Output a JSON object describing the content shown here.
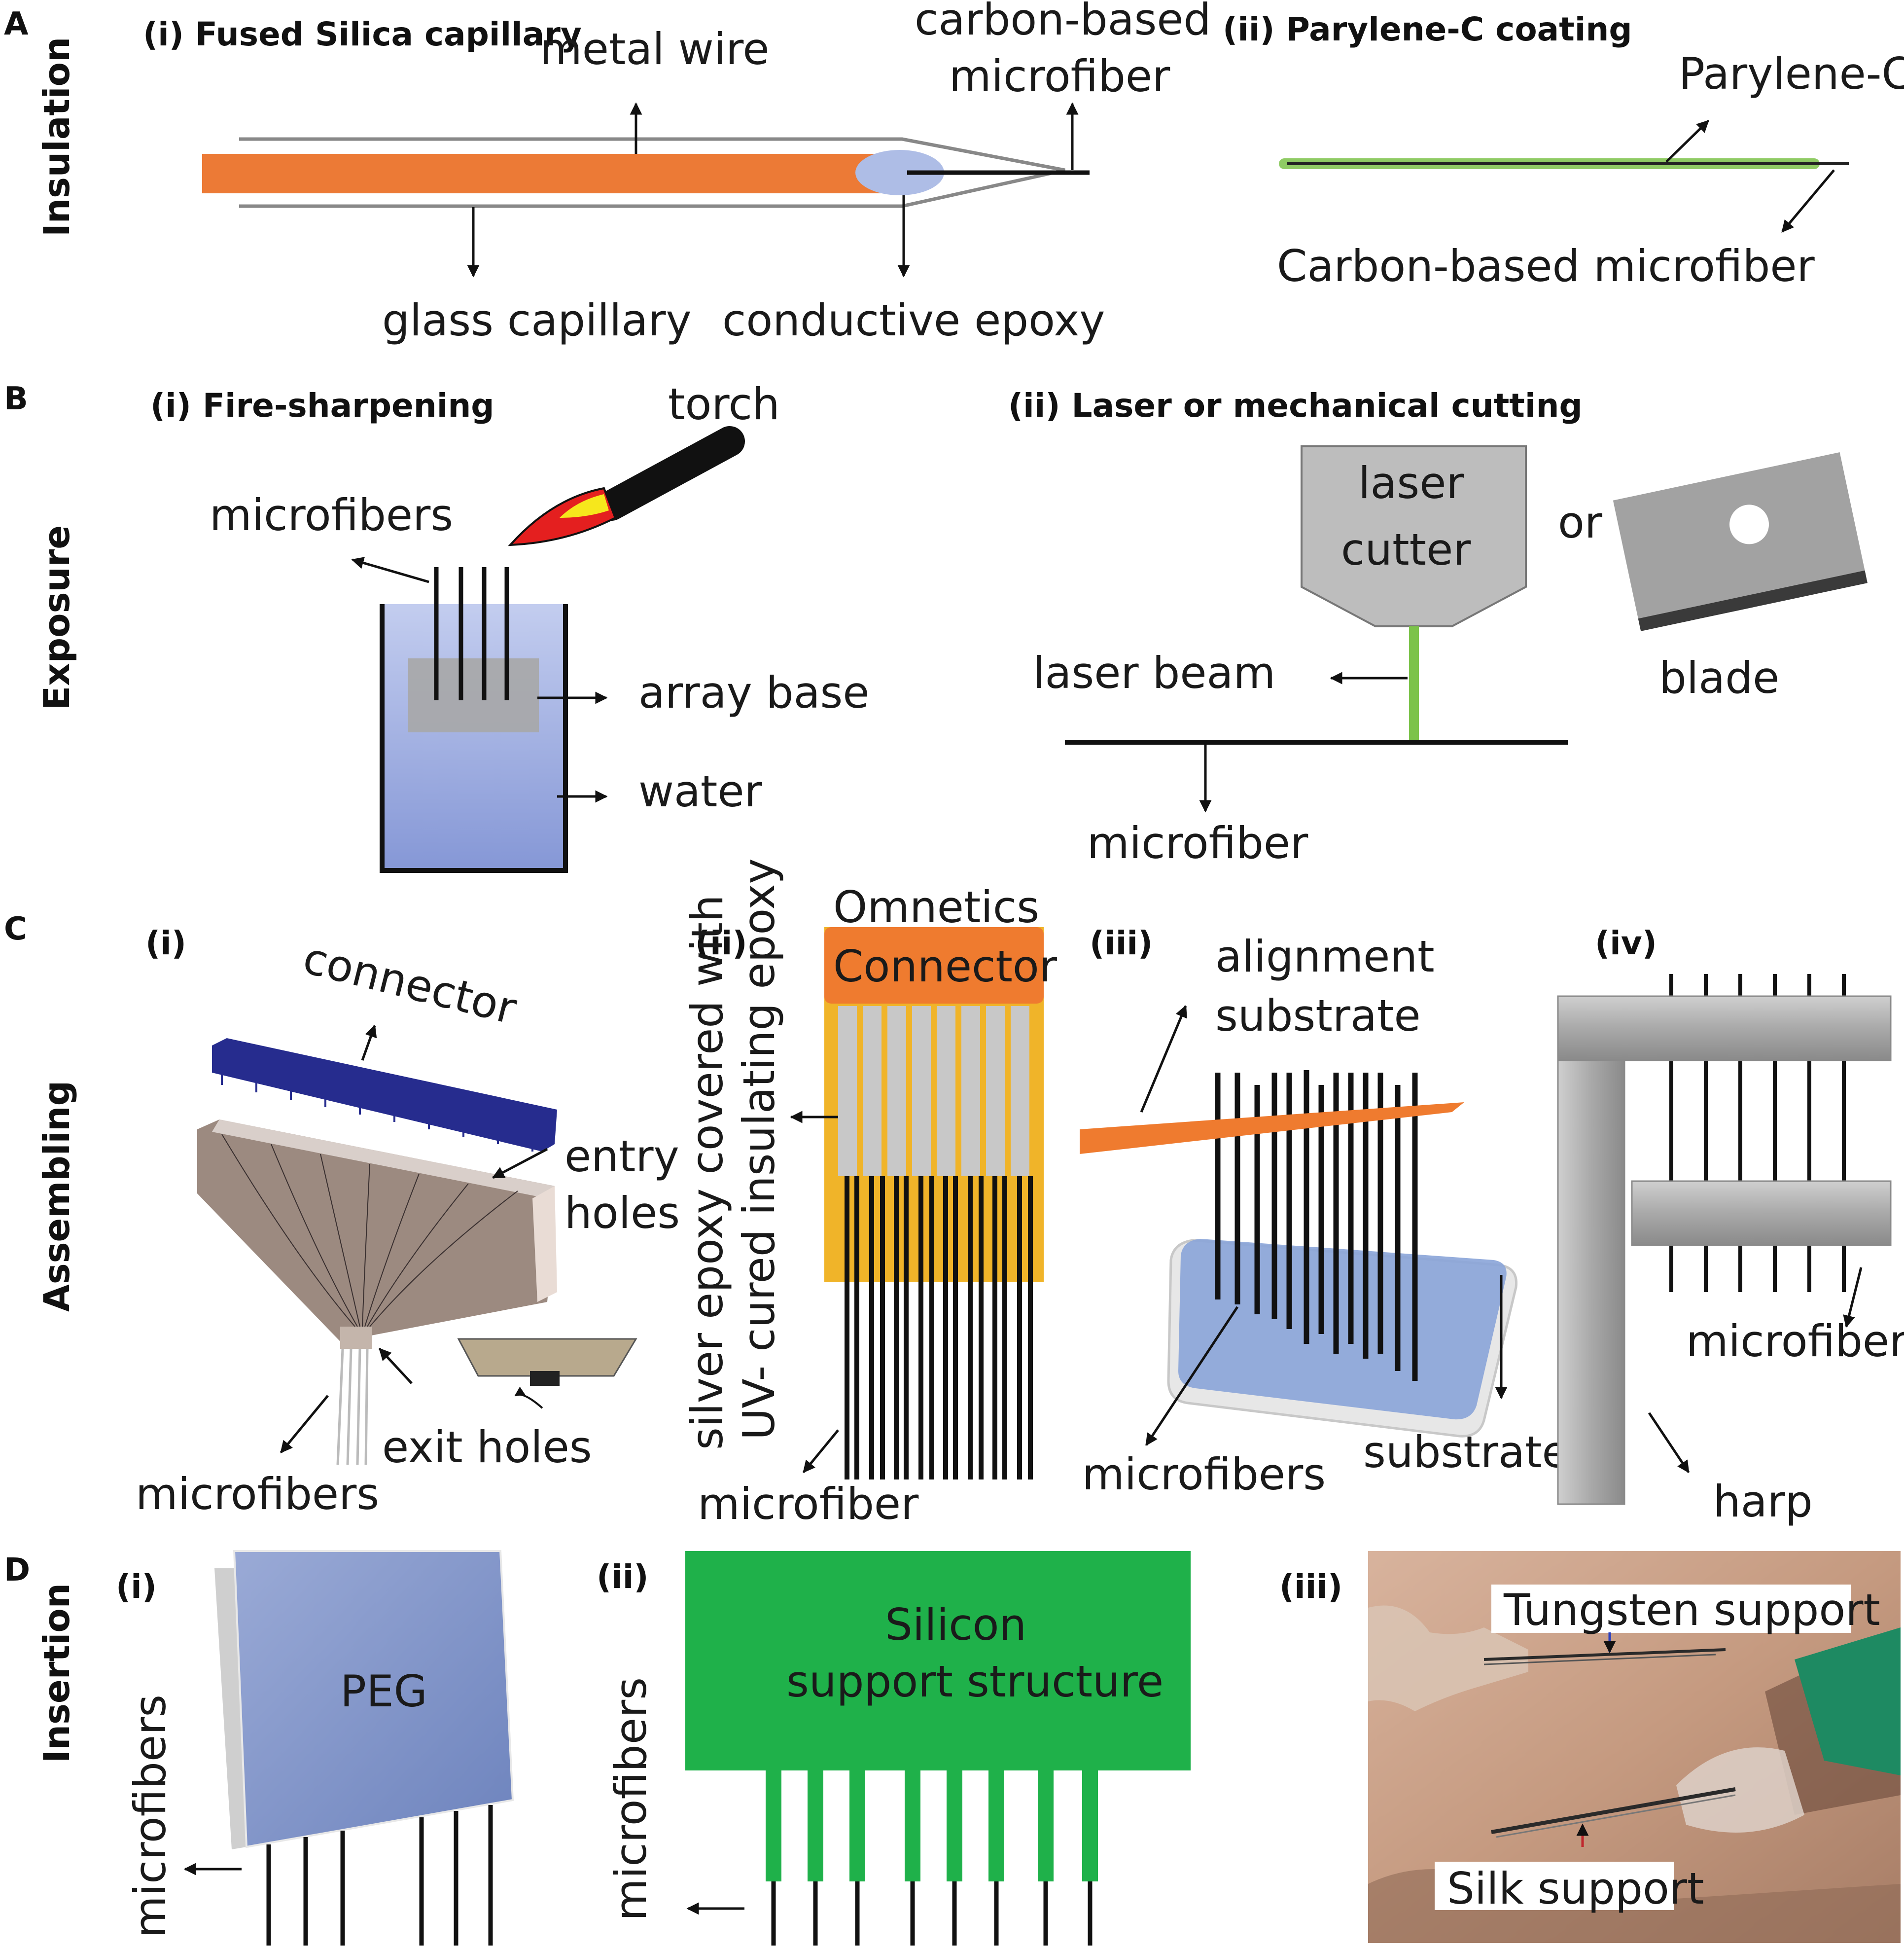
{
  "panels": {
    "A": {
      "letter": "A",
      "section": "Insulation",
      "i": {
        "title": "(i) Fused Silica capillary",
        "metal_wire": "metal wire",
        "carbon_microfiber_1": "carbon-based",
        "carbon_microfiber_2": "microfiber",
        "glass_capillary": "glass capillary",
        "conductive_epoxy": "conductive epoxy"
      },
      "ii": {
        "title": "(ii) Parylene-C coating",
        "parylene": "Parylene-C",
        "carbon_fiber": "Carbon-based  microfiber"
      }
    },
    "B": {
      "letter": "B",
      "section": "Exposure",
      "i": {
        "title": "(i) Fire-sharpening",
        "torch": "torch",
        "microfibers": "microfibers",
        "array_base": "array base",
        "water": "water"
      },
      "ii": {
        "title": "(ii) Laser or mechanical cutting",
        "laser_1": "laser",
        "laser_2": "cutter",
        "or": "or",
        "laser_beam": "laser beam",
        "blade": "blade",
        "microfiber": "microfiber"
      }
    },
    "C": {
      "letter": "C",
      "section": "Assembling",
      "i": {
        "title": "(i)",
        "connector": "connector",
        "entry_1": "entry",
        "entry_2": "holes",
        "exit_holes": "exit holes",
        "microfibers": "microfibers"
      },
      "ii": {
        "title": "(ii)",
        "omnetics": "Omnetics",
        "connector": "Connector",
        "epoxy_1": "silver epoxy covered with",
        "epoxy_2": "UV- cured insulating epoxy",
        "microfiber": "microfiber"
      },
      "iii": {
        "title": "(iii)",
        "alignment_1": "alignment",
        "alignment_2": "substrate",
        "microfibers": "microfibers",
        "substrate": "substrate"
      },
      "iv": {
        "title": "(iv)",
        "microfibers": "microfibers",
        "harp": "harp"
      }
    },
    "D": {
      "letter": "D",
      "section": "Insertion",
      "i": {
        "title": "(i)",
        "peg": "PEG",
        "microfibers": "microfibers"
      },
      "ii": {
        "title": "(ii)",
        "silicon_1": "Silicon",
        "silicon_2": "support structure",
        "microfibers": "microfibers"
      },
      "iii": {
        "title": "(iii)",
        "tungsten": "Tungsten support",
        "silk": "Silk support"
      }
    }
  },
  "colors": {
    "capillary_orange": "#ec7a36",
    "epoxy_blue": "#aebde6",
    "parylene_green": "#7cc34a",
    "water_blue": "#97a7da",
    "gray_block": "#a7a7a7",
    "connector_navy": "#262c8e",
    "omnetics_orange": "#ef7b2f",
    "pcb_yellow": "#f0b429",
    "silicon_green": "#1fb14a",
    "peg_blue": "#7f93c5",
    "photo_bg": "#c99e85"
  }
}
